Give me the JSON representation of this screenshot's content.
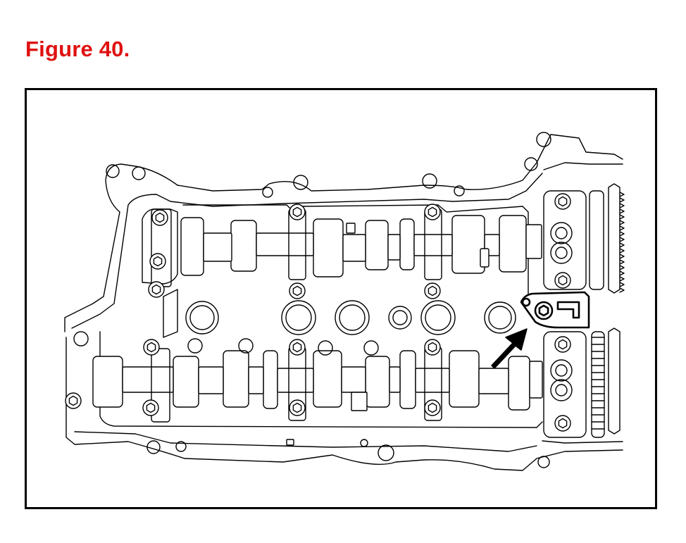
{
  "figure": {
    "title": "Figure 40.",
    "title_color": "#e01010",
    "line_color": "#000000",
    "background": "#ffffff"
  },
  "diagram": {
    "subject": "cylinder-head-camshaft-assembly",
    "highlighted_part": "camshaft-position-bracket-with-bolt",
    "pointer": "arrow-pointing-to-highlighted-part"
  }
}
